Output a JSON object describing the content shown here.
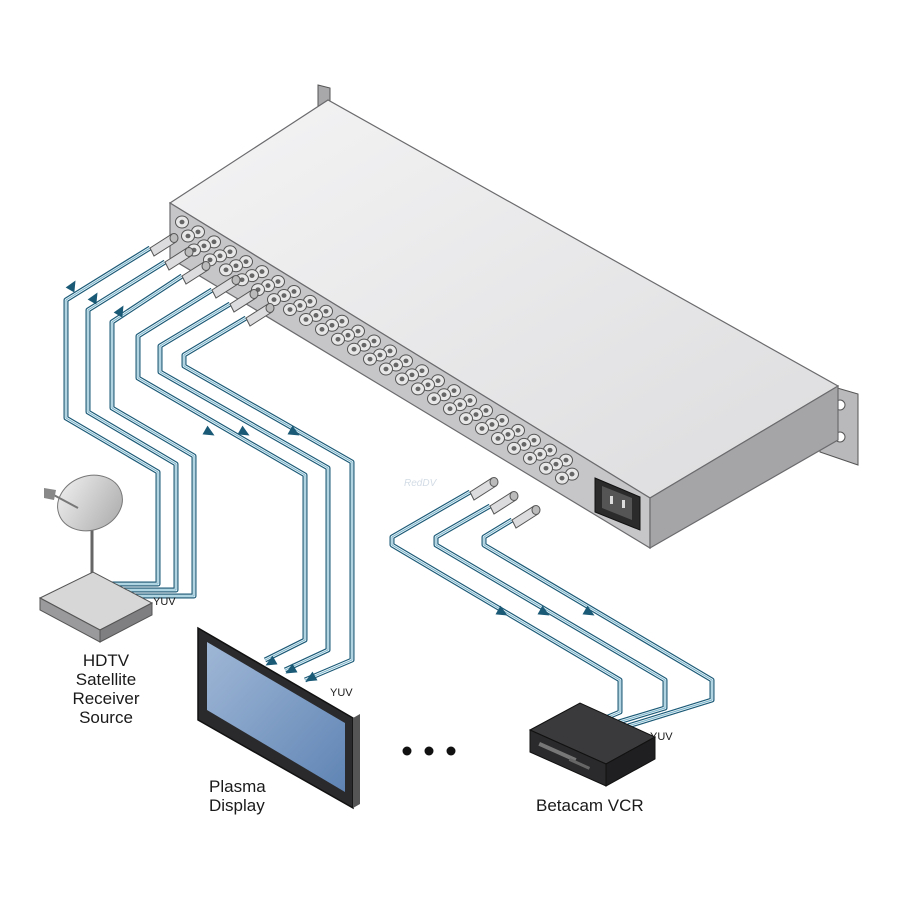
{
  "devices": {
    "source": {
      "label_lines": [
        "HDTV",
        "Satellite",
        "Receiver",
        "Source"
      ],
      "signal": "YUV"
    },
    "display": {
      "label_lines": [
        "Plasma",
        "Display"
      ],
      "signal": "YUV"
    },
    "vcr": {
      "label": "Betacam VCR",
      "signal": "YUV"
    }
  },
  "watermark": "RedDV",
  "colors": {
    "cable": "#2a8ab0",
    "cable_outline": "#1b5a77",
    "chassis_top": "#e9e9ea",
    "chassis_side": "#bfbfc2",
    "screen": "#6f93c0"
  }
}
